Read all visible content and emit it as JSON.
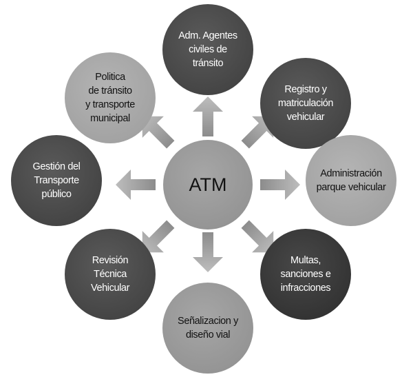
{
  "diagram": {
    "center": {
      "label": "ATM"
    },
    "nodes": [
      {
        "id": "agentes",
        "label": "Adm. Agentes\nciviles de\ntránsito"
      },
      {
        "id": "registro",
        "label": "Registro y\nmatriculación\nvehicular"
      },
      {
        "id": "parque",
        "label": "Administración\nparque vehicular"
      },
      {
        "id": "multas",
        "label": "Multas,\nsanciones e\ninfracciones"
      },
      {
        "id": "senalizacion",
        "label": "Señalizacion y\ndiseño vial"
      },
      {
        "id": "revision",
        "label": "Revisión\nTécnica\nVehicular"
      },
      {
        "id": "gestion",
        "label": "Gestión del\nTransporte\npúblico"
      },
      {
        "id": "politica",
        "label": "Politica\nde tránsito\ny transporte\nmunicipal"
      }
    ]
  },
  "colors": {
    "dark": "#4a4a4a",
    "darker": "#3a3a3a",
    "light": "#aaaaaa",
    "mid": "#9a9a9a",
    "arrow": "#b0b0b0"
  }
}
